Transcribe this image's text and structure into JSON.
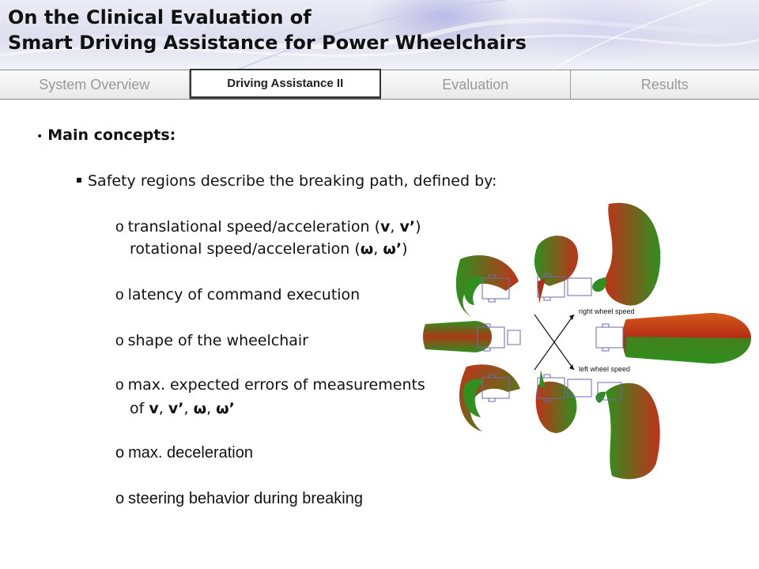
{
  "header": {
    "title_line1": "On the Clinical Evaluation of",
    "title_line2": "Smart Driving Assistance for Power Wheelchairs"
  },
  "tabs": [
    {
      "label": "System Overview",
      "active": false
    },
    {
      "label": "Driving Assistance II",
      "active": true
    },
    {
      "label": "Evaluation",
      "active": false
    },
    {
      "label": "Results",
      "active": false
    }
  ],
  "content": {
    "main_concepts": "Main concepts:",
    "safety_regions": "Safety regions describe the breaking path, defined by:",
    "items": {
      "translational_prefix": "translational speed/acceleration (",
      "v": "v",
      "v_prime": "v’",
      "rotational_prefix": "rotational speed/acceleration (",
      "omega": "ω",
      "omega_prime": "ω’",
      "latency": "latency of command execution",
      "shape": "shape of the wheelchair",
      "max_errors": "max. expected errors of measurements",
      "of_prefix": "of",
      "max_deceleration": "max. deceleration",
      "steering": "steering behavior during breaking"
    }
  },
  "figure": {
    "right_wheel_label": "right wheel speed",
    "left_wheel_label": "left wheel speed"
  },
  "colors": {
    "green": "#2f8f1f",
    "red": "#b52b14",
    "orange": "#d35a1a"
  }
}
